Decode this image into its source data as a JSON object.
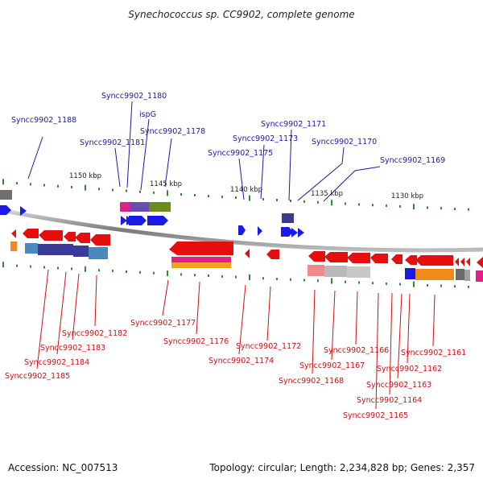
{
  "title": "Synechococcus sp. CC9902, complete genome",
  "footer": {
    "accession": "Accession: NC_007513",
    "topology": "Topology: circular; Length: 2,234,828 bp; Genes: 2,357"
  },
  "kbp_labels": [
    "1150 kbp",
    "1145 kbp",
    "1140 kbp",
    "1135 kbp",
    "1130 kbp"
  ],
  "upper_labels": [
    "Syncc9902_1188",
    "Syncc9902_1180",
    "ispG",
    "Syncc9902_1181",
    "Syncc9902_1178",
    "Syncc9902_1175",
    "Syncc9902_1173",
    "Syncc9902_1171",
    "Syncc9902_1170",
    "Syncc9902_1169"
  ],
  "lower_labels": [
    "Syncc9902_1185",
    "Syncc9902_1184",
    "Syncc9902_1183",
    "Syncc9902_1182",
    "Syncc9902_1177",
    "Syncc9902_1176",
    "Syncc9902_1174",
    "Syncc9902_1172",
    "Syncc9902_1168",
    "Syncc9902_1167",
    "Syncc9902_1166",
    "Syncc9902_1165",
    "Syncc9902_1164",
    "Syncc9902_1163",
    "Syncc9902_1162",
    "Syncc9902_1161"
  ],
  "colors": {
    "upper_label": "#1a1aa8",
    "lower_label": "#d01010",
    "forward_gene": "#1a1ae6",
    "reverse_gene": "#e60f0f",
    "backbone": "#8a8a8a",
    "tick": "#2e8b2e"
  }
}
